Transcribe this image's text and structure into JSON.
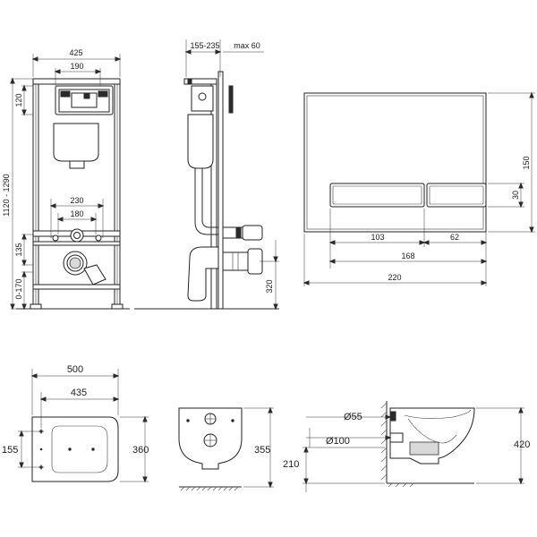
{
  "dimensions": {
    "frame_width": "425",
    "frame_panel_width": "190",
    "depth_range": "155-235",
    "max_depth": "max 60",
    "height_range": "1120 - 1290",
    "top_offset": "120",
    "bolt_spacing_outer": "230",
    "bolt_spacing_inner": "180",
    "outlet_height": "135",
    "foot_adjust": "0-170",
    "drain_height": "320",
    "plate_height": "150",
    "button_height": "30",
    "button_left_width": "103",
    "button_right_width": "62",
    "buttons_total_width": "168",
    "plate_width": "220",
    "bowl_length": "500",
    "bowl_inner_length": "435",
    "bowl_side_offset": "155",
    "bowl_width": "360",
    "bowl_rear_height": "355",
    "inlet_diameter": "Ø55",
    "outlet_diameter": "Ø100",
    "floor_offset": "210",
    "bowl_total_height": "420"
  }
}
